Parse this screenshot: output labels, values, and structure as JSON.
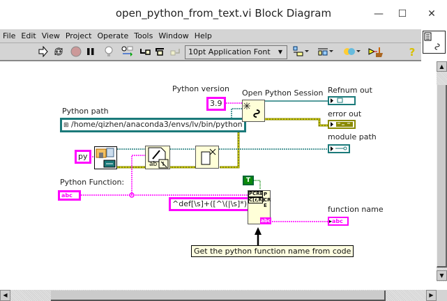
{
  "window": {
    "title": "open_python_from_text.vi Block Diagram",
    "controls": {
      "minimize": "—",
      "maximize": "☐",
      "close": "✕"
    }
  },
  "menu": [
    "File",
    "Edit",
    "View",
    "Project",
    "Operate",
    "Tools",
    "Window",
    "Help"
  ],
  "toolbar": {
    "icons": [
      "run-arrow",
      "run-continuously",
      "abort-execution",
      "pause",
      "highlight-execution",
      "retain-wire-values",
      "step-into",
      "step-over",
      "step-out"
    ],
    "font_select": "10pt Application Font",
    "right_icons": [
      "align-objects",
      "distribute-objects",
      "reorder",
      "cleanup-diagram",
      "help"
    ],
    "help_glyph": "?"
  },
  "diagram": {
    "labels": {
      "python_version": "Python version",
      "open_session": "Open Python Session",
      "refnum_out": "Refnum out",
      "error_out": "error out",
      "module_path": "module path",
      "python_path": "Python path",
      "python_function": "Python Function:",
      "function_name": "function name"
    },
    "constants": {
      "version": "3.9",
      "path": "/home/qizhen/anaconda3/envs/lv/bin/python",
      "extension": "py",
      "regex": "^def[\\s]+([^\\(|\\s]*)",
      "boolean_true": "T"
    },
    "indicator_glyphs": {
      "string": "abc",
      "regex_node_top": "PCRE",
      "regex_node_sub": "C[r,R]",
      "regex_node_out": "abc"
    },
    "comment": "Get the python function name from code"
  },
  "colors": {
    "string_wire": "#ff00ff",
    "path_wire": "#1b7a7a",
    "error_wire": "#8a8a00",
    "node_bg": "#ffffd8",
    "bool_const": "#0a8a0a"
  }
}
